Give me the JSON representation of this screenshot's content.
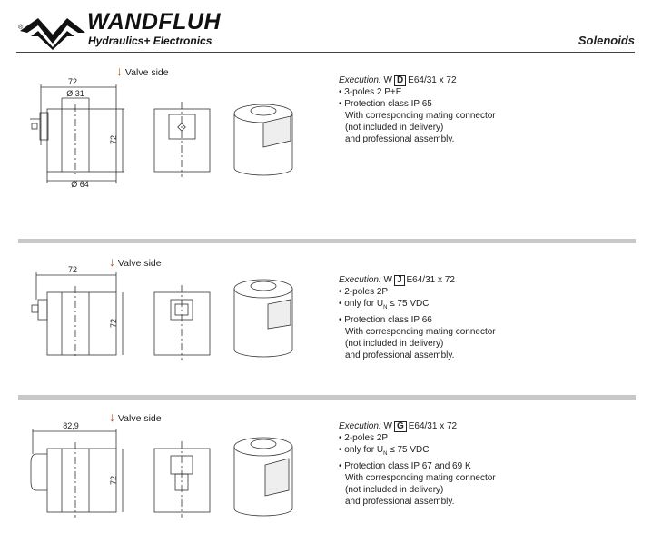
{
  "header": {
    "brand": "WANDFLUH",
    "tagline": "Hydraulics+ Electronics",
    "registered": "®",
    "section_title": "Solenoids"
  },
  "valve_side_label": "Valve side",
  "sections": [
    {
      "dims": {
        "width": "72",
        "inner": "Ø 31",
        "height": "72",
        "outer": "Ø 64"
      },
      "exec_label": "Execution:",
      "exec_prefix": "W",
      "exec_code": "D",
      "exec_suffix": "E64/31 x 72",
      "bullets": [
        "3-poles 2 P+E",
        "Protection class IP 65"
      ],
      "notes": [
        "With corresponding mating connector",
        "(not included in delivery)",
        "and professional assembly."
      ]
    },
    {
      "dims": {
        "width": "72",
        "height": "72"
      },
      "exec_label": "Execution:",
      "exec_prefix": "W",
      "exec_code": "J",
      "exec_suffix": "E64/31 x 72",
      "bullets": [
        "2-poles 2P",
        "only for U",
        "≤ 75 VDC",
        "Protection class IP 66"
      ],
      "sub": "N",
      "notes": [
        "With corresponding mating connector",
        "(not included in delivery)",
        "and professional assembly."
      ]
    },
    {
      "dims": {
        "width": "82,9",
        "height": "72"
      },
      "exec_label": "Execution:",
      "exec_prefix": "W",
      "exec_code": "G",
      "exec_suffix": "E64/31 x 72",
      "bullets": [
        "2-poles 2P",
        "only for U",
        "≤ 75 VDC",
        "Protection class IP 67 and 69 K"
      ],
      "sub": "N",
      "notes": [
        "With corresponding mating connector",
        "(not included in delivery)",
        "and professional assembly."
      ]
    }
  ]
}
